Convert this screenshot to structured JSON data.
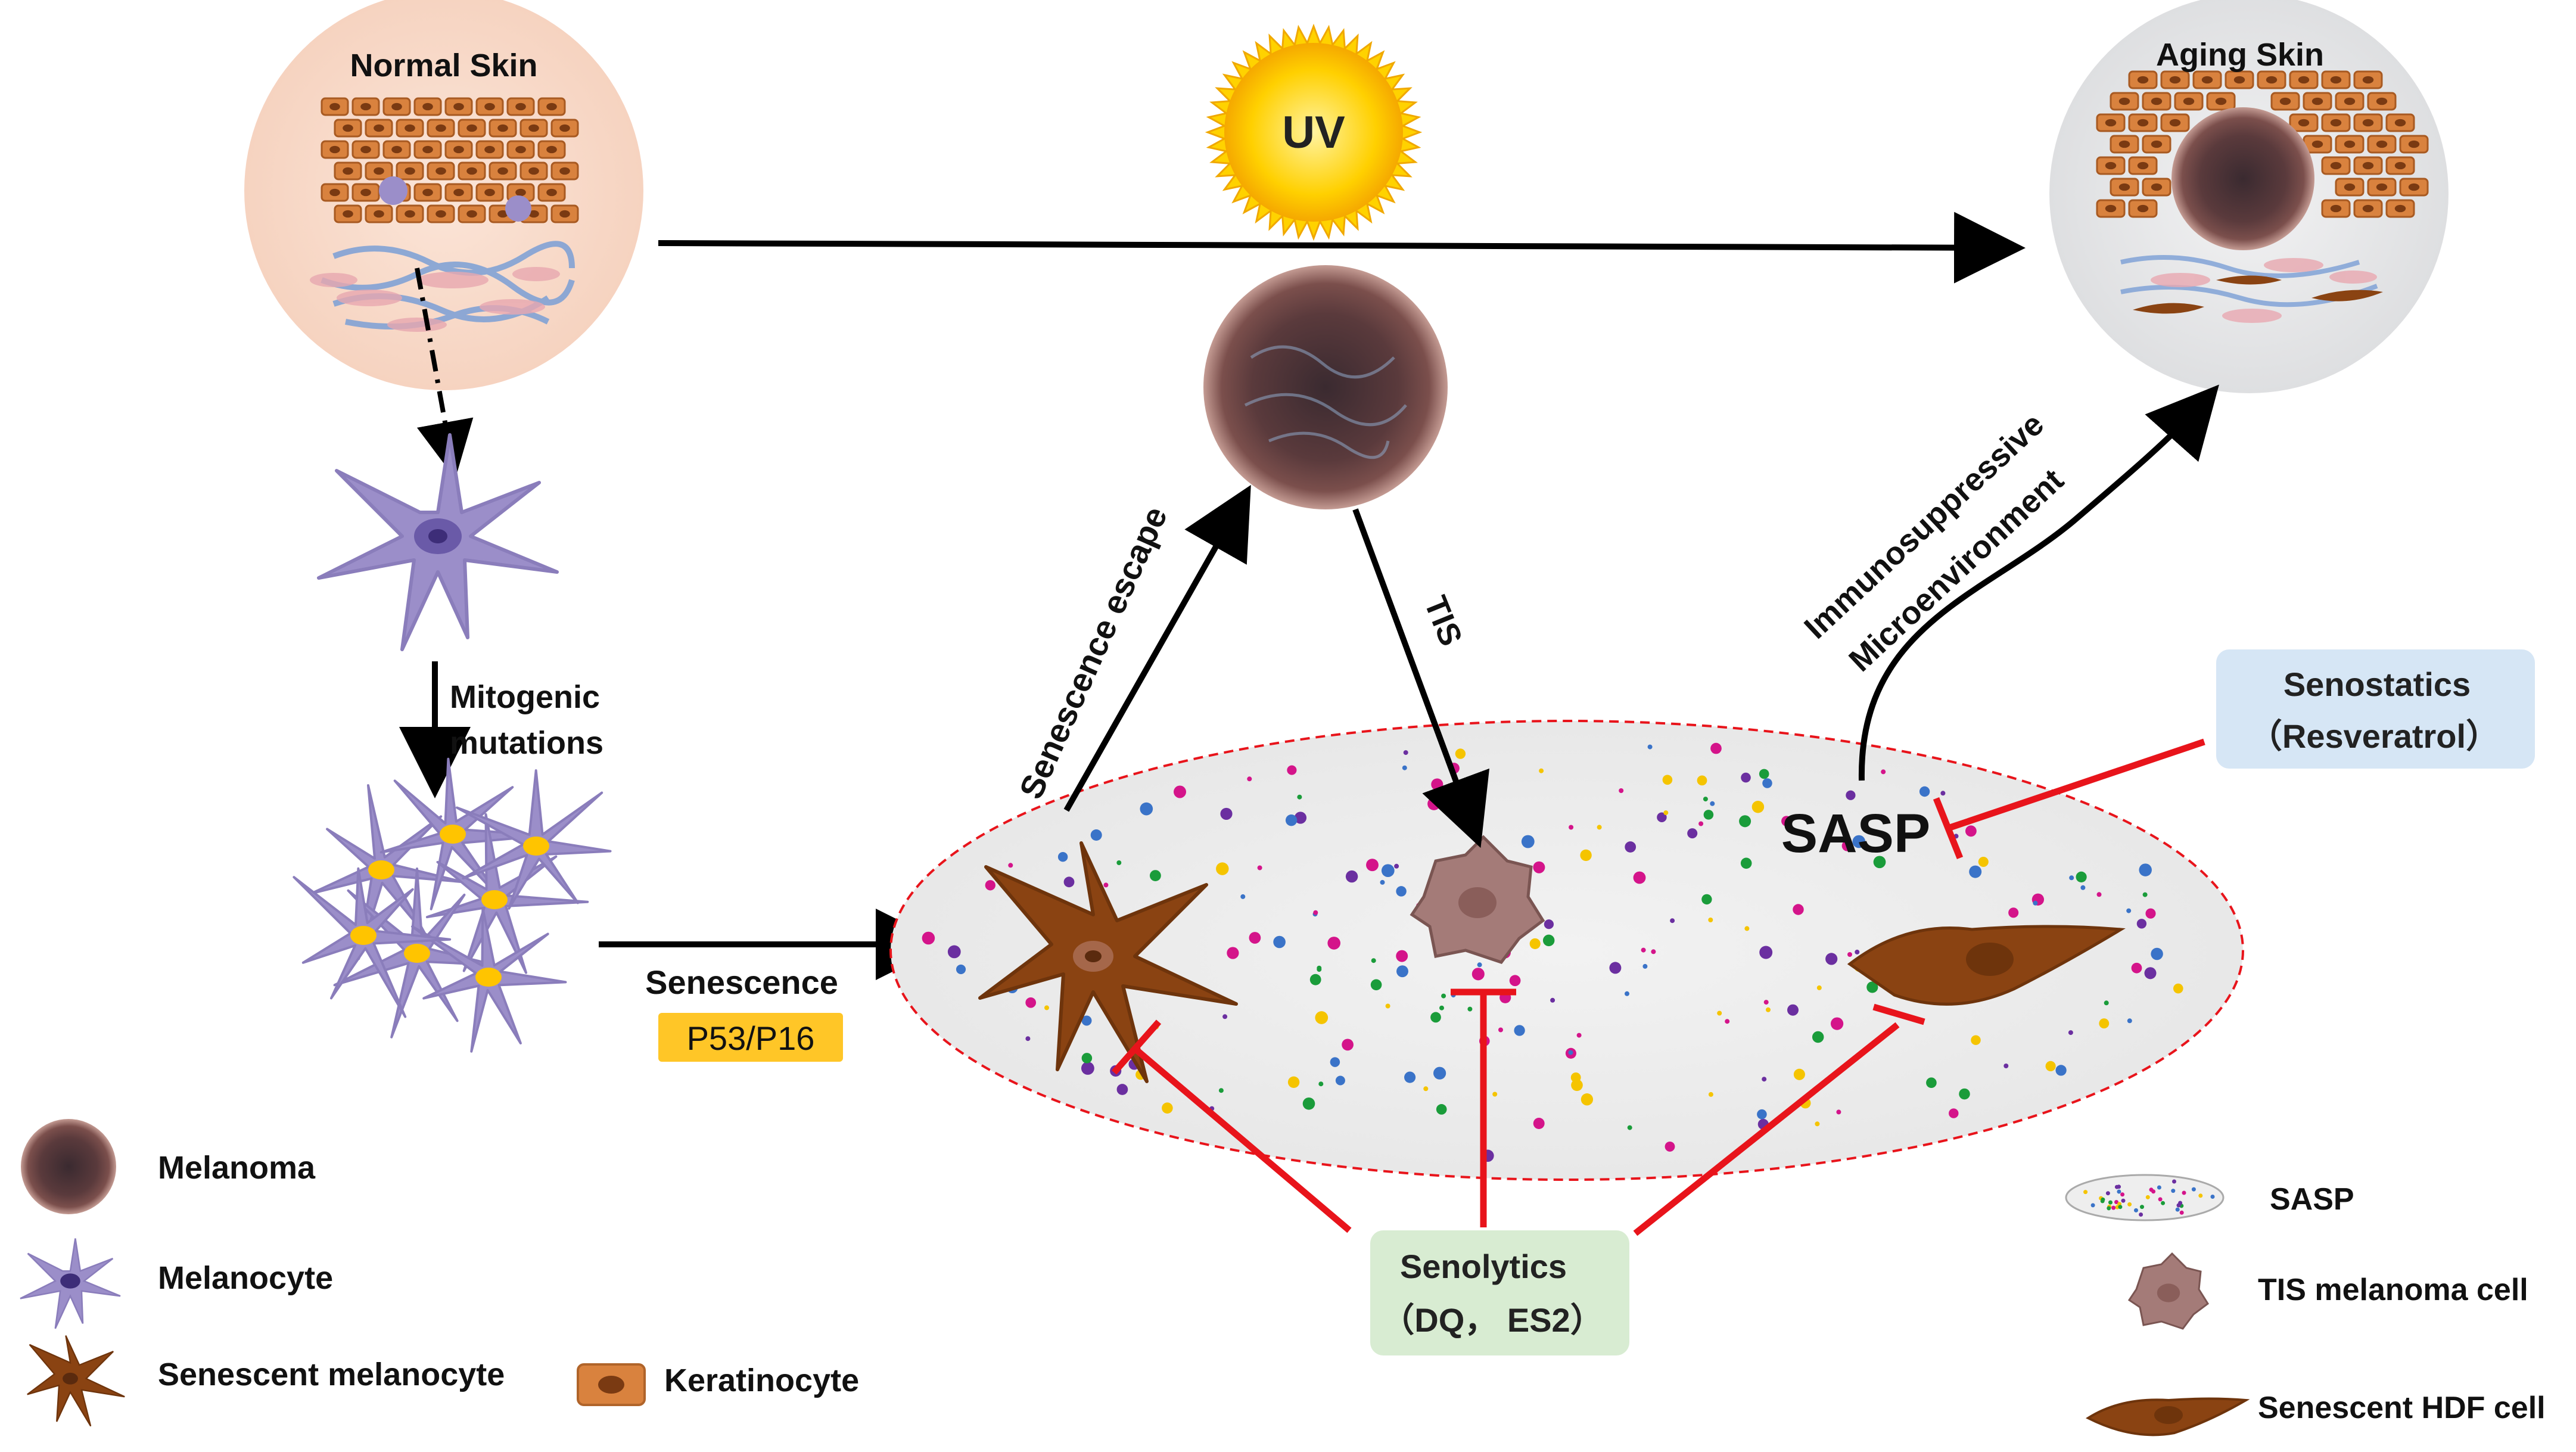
{
  "title": "",
  "normal_skin": {
    "label": "Normal Skin"
  },
  "aging_skin": {
    "label": "Aging Skin"
  },
  "uv": {
    "label": "UV",
    "color": "#f7c600"
  },
  "left_flow": {
    "mitogenic_line1": "Mitogenic",
    "mitogenic_line2": "mutations",
    "senescence": "Senescence",
    "p53_p16": "P53/P16"
  },
  "center_flow": {
    "senescence_escape": "Senescence escape",
    "tis": "TIS",
    "sasp": "SASP",
    "immuno_line1": "Immunosuppressive",
    "immuno_line2": "Microenvironment"
  },
  "senostatics": {
    "line1": "Senostatics",
    "line2": "（Resveratrol）",
    "color": "#d6e6f5"
  },
  "senolytics": {
    "line1": "Senolytics",
    "line2": "（DQ， ES2）",
    "color": "#d8ecd2"
  },
  "legend_left": {
    "melanoma": "Melanoma",
    "melanocyte": "Melanocyte",
    "senescent_melanocyte": "Senescent melanocyte",
    "keratinocyte": "Keratinocyte"
  },
  "legend_right": {
    "sasp": "SASP",
    "tis_cell": "TIS melanoma cell",
    "hdf_cell": "Senescent HDF cell"
  },
  "colors": {
    "inhibit": "#e8141b",
    "arrow": "#000000",
    "melanocyte": "#9b8ec9",
    "senescent_melanocyte": "#8a4312",
    "keratinocyte": "#d9823e",
    "skin_bg": "#f8dccc",
    "aging_bg": "#e9e9ea"
  }
}
